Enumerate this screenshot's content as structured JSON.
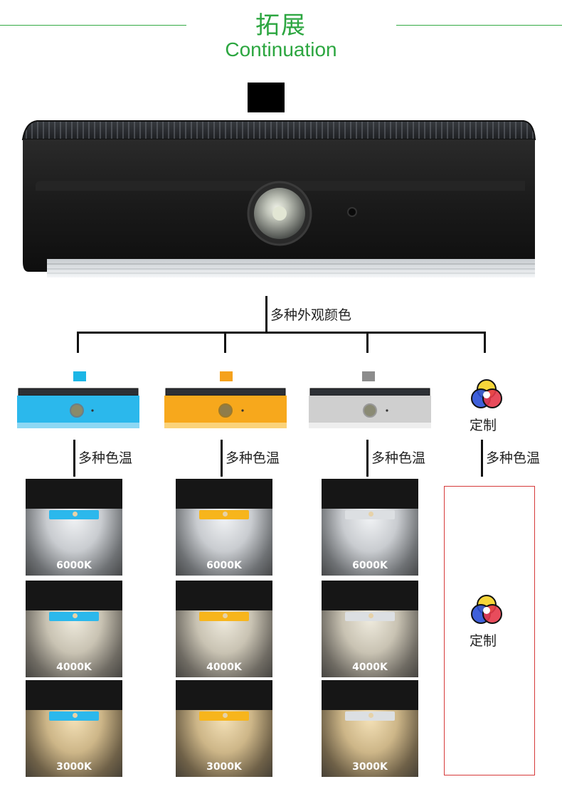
{
  "header": {
    "title_cn": "拓展",
    "title_en": "Continuation",
    "accent_color": "#2ca640"
  },
  "tree": {
    "appearance_label": "多种外观颜色",
    "color_temp_label": "多种色温",
    "custom_label": "定制"
  },
  "variants": [
    {
      "color": "#1cb6e6",
      "body_color": "#2bb8ec"
    },
    {
      "color": "#f5a11c",
      "body_color": "#f7a81c"
    },
    {
      "color": "#8c8c8c",
      "body_color": "#cfcfcf"
    }
  ],
  "temperatures": [
    "6000K",
    "4000K",
    "3000K"
  ],
  "glow_colors": {
    "6000K": "#f2f4f6",
    "4000K": "#e8e2d2",
    "3000K": "#e8d3a8"
  },
  "custom_border_color": "#d63a3a"
}
